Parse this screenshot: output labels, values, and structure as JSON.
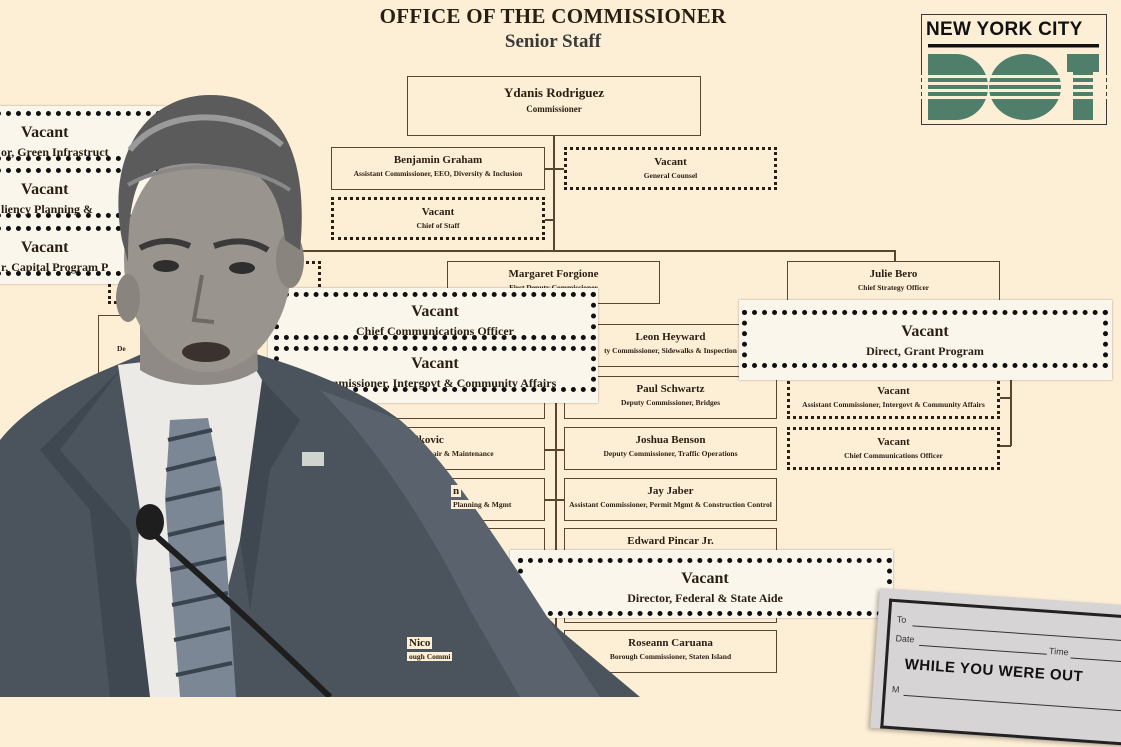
{
  "header": {
    "title": "OFFICE OF THE COMMISSIONER",
    "subtitle": "Senior Staff"
  },
  "logo": {
    "line1": "NEW YORK CITY",
    "mark": "DOT",
    "color": "#4f7f6a"
  },
  "chart": {
    "commissioner": {
      "name": "Ydanis Rodriguez",
      "role": "Commissioner"
    },
    "graham": {
      "name": "Benjamin Graham",
      "role": "Assistant Commissioner, EEO, Diversity & Inclusion"
    },
    "counsel": {
      "name": "Vacant",
      "role": "General Counsel"
    },
    "chief_staff": {
      "name": "Vacant",
      "role": "Chief of Staff"
    },
    "forgione": {
      "name": "Margaret Forgione",
      "role": "First Deputy Commissioner"
    },
    "bero": {
      "name": "Julie Bero",
      "role": "Chief Strategy Officer"
    },
    "heyward": {
      "name": "Leon Heyward",
      "role": "ty Commissioner, Sidewalks & Inspection"
    },
    "schwartz": {
      "name": "Paul Schwartz",
      "role": "Deputy Commissioner, Bridges"
    },
    "benson": {
      "name": "Joshua Benson",
      "role": "Deputy Commissioner, Traffic Operations"
    },
    "jaber": {
      "name": "Jay Jaber",
      "role": "Assistant Commissioner, Permit Mgmt & Construction Control"
    },
    "pincar": {
      "name": "Edward Pincar Jr."
    },
    "caruana": {
      "name": "Roseann Caruana",
      "role": "Borough Commissioner, Staten Island"
    },
    "left_roadway": {
      "name": "deljkovic",
      "role": "dway Repair & Maintenance"
    },
    "left_planning": {
      "name": "n",
      "role": "Planning & Mgmt"
    },
    "left_nico": {
      "name": "Nico",
      "role": "ough Commi"
    },
    "left_de": {
      "role": "De"
    },
    "right_intergov": {
      "name": "Vacant",
      "role": "Assistant Commissioner, Intergovt & Community Affairs"
    },
    "right_cco": {
      "name": "Vacant",
      "role": "Chief Communications Officer"
    }
  },
  "overlays": {
    "left": [
      {
        "name": "Vacant",
        "role": "or, Green Infrastruct"
      },
      {
        "name": "Vacant",
        "role": "liency Planning & "
      },
      {
        "name": "Vacant",
        "role": "r, Capital Program P"
      }
    ],
    "middle": [
      {
        "name": "Vacant",
        "role": "Chief Communications Officer"
      },
      {
        "name": "Vacant",
        "role": "Commissioner, Intergovt & Community Affairs"
      }
    ],
    "right": {
      "name": "Vacant",
      "role": "Direct, Grant Program"
    },
    "bottom": {
      "name": "Vacant",
      "role": "Director, Federal & State Aide"
    }
  },
  "memo": {
    "to": "To",
    "date": "Date",
    "time": "Time",
    "heading": "WHILE YOU WERE OUT",
    "m": "M"
  }
}
